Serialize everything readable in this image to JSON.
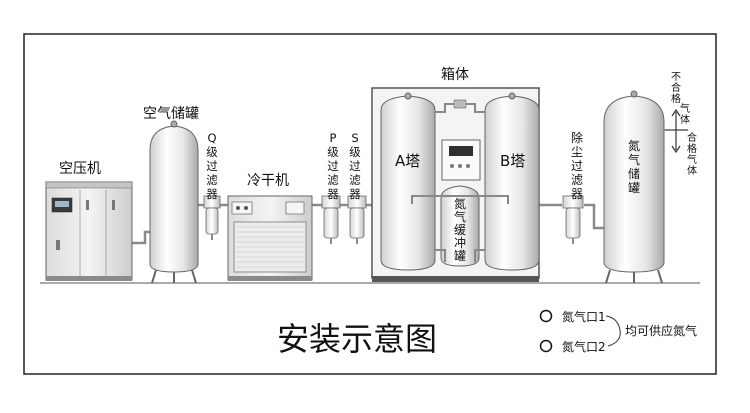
{
  "labels": {
    "compressor": "空压机",
    "air_tank": "空气储罐",
    "q_filter": [
      "Q",
      "级",
      "过",
      "滤",
      "器"
    ],
    "dryer": "冷干机",
    "p_filter": [
      "P",
      "级",
      "过",
      "滤",
      "器"
    ],
    "s_filter": [
      "S",
      "级",
      "过",
      "滤",
      "器"
    ],
    "cabinet": "箱体",
    "tower_a": "A塔",
    "tower_b": "B塔",
    "buffer_tank": [
      "氮",
      "气",
      "缓",
      "冲",
      "罐"
    ],
    "dust_filter": [
      "除",
      "尘",
      "过",
      "滤",
      "器"
    ],
    "n2_tank": [
      "氮",
      "气",
      "储",
      "罐"
    ],
    "reject_gas": [
      "不",
      "合",
      "格",
      "气",
      "体"
    ],
    "qualified_gas": [
      "合",
      "格",
      "气",
      "体"
    ],
    "title": "安装示意图",
    "outlet1": "氮气口1",
    "outlet2": "氮气口2",
    "both_supply": "均可供应氮气"
  }
}
